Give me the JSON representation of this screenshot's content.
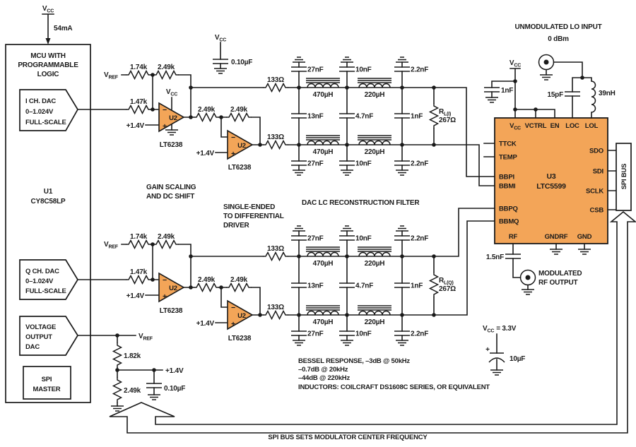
{
  "colors": {
    "orange": "#F3A558",
    "ink": "#1A1A1A",
    "background": "#FFFFFF"
  },
  "nets": {
    "v": "V",
    "cc": "CC",
    "ref": "REF",
    "r": "R",
    "li": "L(I)",
    "lq": "L(Q)",
    "plus14": "+1.4V",
    "vcc33": "= 3.3V",
    "plus": "+"
  },
  "supply": {
    "current": "54mA"
  },
  "mcu": {
    "t1": "MCU WITH",
    "t2": "PROGRAMMABLE",
    "t3": "LOGIC",
    "ref": "U1",
    "part": "CY8C58LP",
    "idac1": "I CH. DAC",
    "idac2": "0–1.024V",
    "idac3": "FULL-SCALE",
    "qdac1": "Q CH. DAC",
    "qdac2": "0–1.024V",
    "qdac3": "FULL-SCALE",
    "vdac1": "VOLTAGE",
    "vdac2": "OUTPUT",
    "vdac3": "DAC",
    "spi1": "SPI",
    "spi2": "MASTER"
  },
  "r": {
    "r174": "1.74k",
    "r249": "2.49k",
    "r147": "1.47k",
    "r133": "133Ω",
    "r182": "1.82k",
    "r267": "267Ω"
  },
  "c": {
    "c27": "27nF",
    "c13": "13nF",
    "c10": "10nF",
    "c47": "4.7nF",
    "c22": "2.2nF",
    "c1": "1nF",
    "c01": "0.10µF",
    "c15p": "15pF",
    "c15n": "1.5nF",
    "c10u": "10µF"
  },
  "l": {
    "l470": "470µH",
    "l220": "220µH",
    "l39": "39nH"
  },
  "opamp": {
    "ref": "U2",
    "part": "LT6238",
    "minus": "−",
    "plus": "+"
  },
  "u3": {
    "ref": "U3",
    "part": "LTC5599",
    "vctrl": "VCTRL",
    "en": "EN",
    "loc": "LOC",
    "lol": "LOL",
    "ttck": "TTCK",
    "temp": "TEMP",
    "bbpi": "BBPI",
    "bbmi": "BBMI",
    "bbpq": "BBPQ",
    "bbmq": "BBMQ",
    "rf": "RF",
    "gndrf": "GNDRF",
    "gnd": "GND",
    "sdo": "SDO",
    "sdi": "SDI",
    "sclk": "SCLK",
    "csb": "CSB"
  },
  "io": {
    "lo1": "UNMODULATED LO INPUT",
    "lo2": "0 dBm",
    "rf1": "MODULATED",
    "rf2": "RF OUTPUT",
    "spibus": "SPI BUS"
  },
  "captions": {
    "gain1": "GAIN SCALING",
    "gain2": "AND DC SHIFT",
    "se1": "SINGLE-ENDED",
    "se2": "TO DIFFERENTIAL",
    "se3": "DRIVER",
    "filter": "DAC LC RECONSTRUCTION FILTER",
    "bottom": "SPI BUS SETS MODULATOR CENTER FREQUENCY"
  },
  "notes": {
    "n1": "BESSEL RESPONSE, –3dB @ 50kHz",
    "n2": "–0.7dB @ 20kHz",
    "n3": "–44dB @ 220kHz",
    "n4": "INDUCTORS: COILCRAFT DS1608C SERIES, OR EQUIVALENT"
  }
}
